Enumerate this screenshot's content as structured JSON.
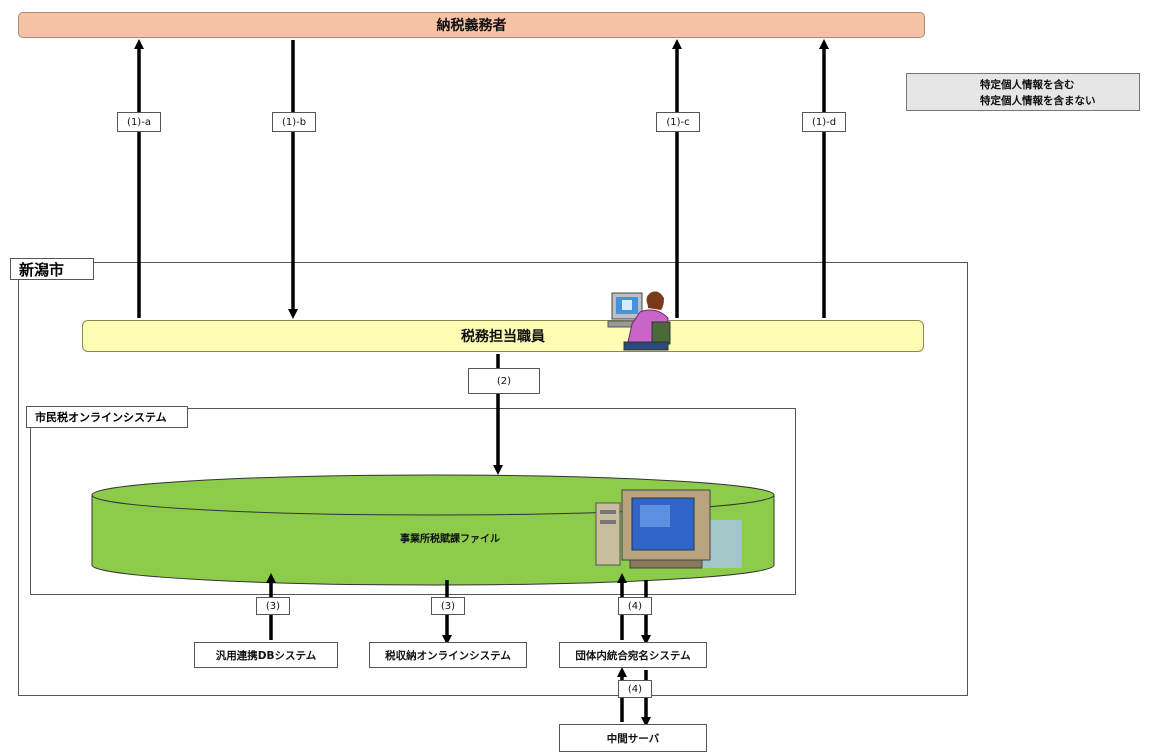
{
  "taxpayer": "納税義務者",
  "city": "新潟市",
  "staff": "税務担当職員",
  "online_system": "市民税オンラインシステム",
  "file": "事業所税賦課ファイル",
  "flows": {
    "a": "(1)-a",
    "b": "(1)-b",
    "c": "(1)-c",
    "d": "(1)-d",
    "f2": "(2)",
    "f3_left": "(3)",
    "f3_right": "(3)",
    "f4_upper": "(4)",
    "f4_lower": "(4)"
  },
  "systems": {
    "db": "汎用連携DBシステム",
    "tax_collection": "税収納オンラインシステム",
    "address": "団体内統合宛名システム",
    "server": "中間サーバ"
  },
  "legend": {
    "solid": "特定個人情報を含む",
    "dotted": "特定個人情報を含まない"
  },
  "colors": {
    "taxpayer_bar": "#f5c2a6",
    "staff_bar": "#fdfdb4",
    "database": "#8ccc4a"
  },
  "icons": [
    "operator-at-computer-icon",
    "computer-terminal-icon"
  ]
}
